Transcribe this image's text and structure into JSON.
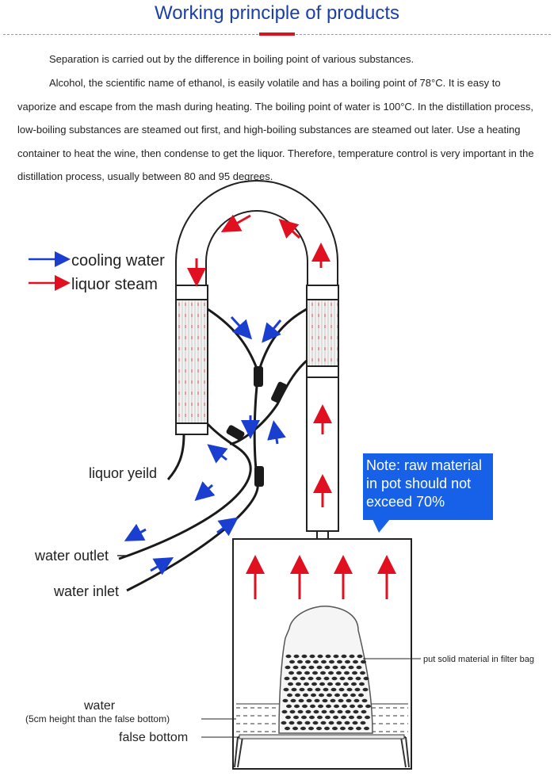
{
  "title": "Working principle of products",
  "paragraphs": [
    "Separation is carried out by the difference in boiling point of various substances.",
    "Alcohol, the scientific name of ethanol, is easily volatile and has a boiling point of 78°C. It is easy to vaporize and escape from the mash during heating. The boiling point of water is 100°C. In the distillation process, low-boiling substances are steamed out first, and high-boiling substances are steamed out later. Use a heating container to heat the wine, then condense to get the liquor. Therefore, temperature control is very important in the distillation process, usually between 80 and 95 degrees."
  ],
  "legend": {
    "cooling_water": "cooling water",
    "liquor_steam": "liquor steam"
  },
  "labels": {
    "liquor_yield": "liquor yeild",
    "water_outlet": "water outlet",
    "water_inlet": "water inlet",
    "filter_bag": "put solid material in filter bag",
    "water": "water",
    "water_note": "(5cm height than the false bottom)",
    "false_bottom": "false bottom"
  },
  "note": {
    "line1": "Note:  raw material",
    "line2": "in pot should not",
    "line3": "exceed 70%"
  },
  "colors": {
    "title": "#1b3fa8",
    "cooling_arrow": "#1a3fd0",
    "steam_arrow": "#e01020",
    "note_bg": "#1760e8"
  }
}
